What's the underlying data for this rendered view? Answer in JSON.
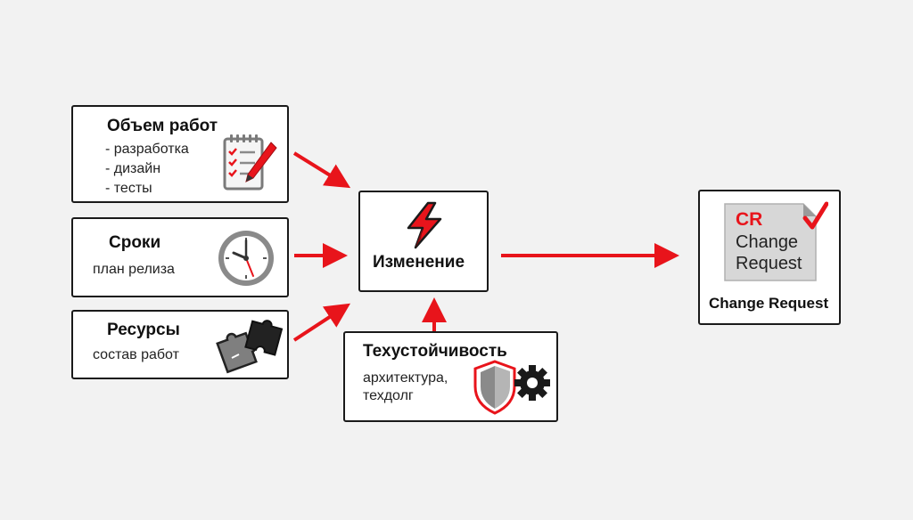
{
  "colors": {
    "accent": "#e8141b",
    "border": "#1a1a1a",
    "background": "#f2f2f2",
    "icon_gray": "#8a8a8a"
  },
  "scope": {
    "title": "Объем работ",
    "items": [
      "- разработка",
      "- дизайн",
      "- тесты"
    ],
    "icon": "checklist-pen-icon"
  },
  "timeline": {
    "title": "Сроки",
    "subtitle": "план релиза",
    "icon": "clock-icon"
  },
  "resources": {
    "title": "Ресурсы",
    "subtitle": "состав работ",
    "icon": "puzzle-pieces-icon"
  },
  "change": {
    "title": "Изменение",
    "icon": "lightning-icon"
  },
  "tech": {
    "title": "Техустойчивость",
    "subtitle_lines": [
      "архитектура,",
      "техдолг"
    ],
    "icon": "shield-gear-icon"
  },
  "cr": {
    "icon_lines": [
      "CR",
      "Change",
      "Request"
    ],
    "title": "Change Request",
    "icon": "cr-document-icon"
  }
}
